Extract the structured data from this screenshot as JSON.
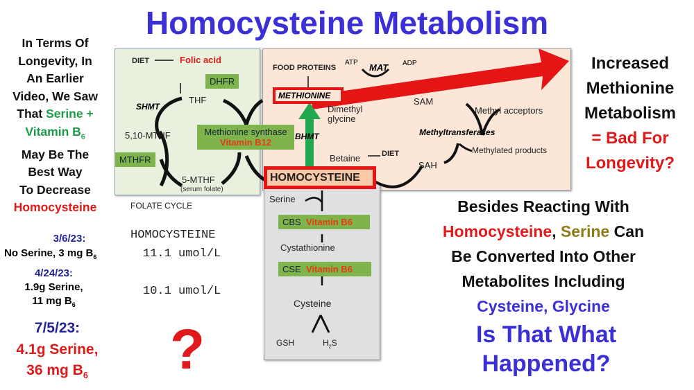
{
  "title": "Homocysteine Metabolism",
  "left_note": {
    "l1": "In Terms Of",
    "l2": "Longevity, In",
    "l3": "An Earlier",
    "l4": "Video, We Saw",
    "l5a": "That ",
    "l5b": "Serine +",
    "l6": "Vitamin B",
    "l6sub": "6",
    "l7": "May Be The",
    "l8": "Best Way",
    "l9": "To Decrease",
    "l10": "Homocysteine"
  },
  "folate_cycle": {
    "diet": "DIET",
    "folic_acid": "Folic acid",
    "dhfr": "DHFR",
    "thf": "THF",
    "shmt": "SHMT",
    "mthf_510": "5,10-MTHF",
    "mthfr": "MTHFR",
    "mthf_5": "5-MTHF",
    "serum_folate": "(serum folate)",
    "label": "FOLATE CYCLE",
    "ms": "Methionine synthase",
    "b12": "Vitamin B12"
  },
  "methionine_cycle": {
    "food_proteins": "FOOD PROTEINS",
    "atp": "ATP",
    "mat": "MAT",
    "adp": "ADP",
    "methionine": "METHIONINE",
    "dimethyl": "Dimethyl",
    "glycine": "glycine",
    "sam": "SAM",
    "methyl_acceptors": "Methyl acceptors",
    "methyltransferases": "Methyltransferases",
    "methylated_products": "Methylated products",
    "bhmt": "BHMT",
    "betaine": "Betaine",
    "diet": "DIET",
    "sah": "SAH",
    "homocysteine": "HOMOCYSTEINE"
  },
  "transsulfuration": {
    "serine": "Serine",
    "cbs": "CBS",
    "vb6": "Vitamin B6",
    "cystathionine": "Cystathionine",
    "cse": "CSE",
    "cysteine": "Cysteine",
    "gsh": "GSH",
    "h2s_h": "H",
    "h2s_2": "2",
    "h2s_s": "S"
  },
  "results": {
    "header": "HOMOCYSTEINE",
    "d1": "3/6/23:",
    "d1_desc": "No Serine, 3 mg B",
    "d1_val": "11.1 umol/L",
    "d2": "4/24/23:",
    "d2_desc1": "1.9g Serine,",
    "d2_desc2": "11 mg B",
    "d2_val": "10.1 umol/L",
    "d3": "7/5/23:",
    "d3_desc1": "4.1g Serine,",
    "d3_desc2": "36 mg B",
    "d3_val": "?",
    "sub6": "6"
  },
  "right_top": {
    "l1": "Increased",
    "l2": "Methionine",
    "l3": "Metabolism",
    "l4": "= Bad For",
    "l5": "Longevity?"
  },
  "right_mid": {
    "l1": "Besides Reacting With",
    "l2a": "Homocysteine",
    "l2b": ", ",
    "l2c": "Serine",
    "l2d": " Can",
    "l3": "Be Converted Into Other",
    "l4": "Metabolites Including",
    "l5": "Cysteine, Glycine"
  },
  "question": {
    "l1": "Is That What",
    "l2": "Happened?"
  }
}
